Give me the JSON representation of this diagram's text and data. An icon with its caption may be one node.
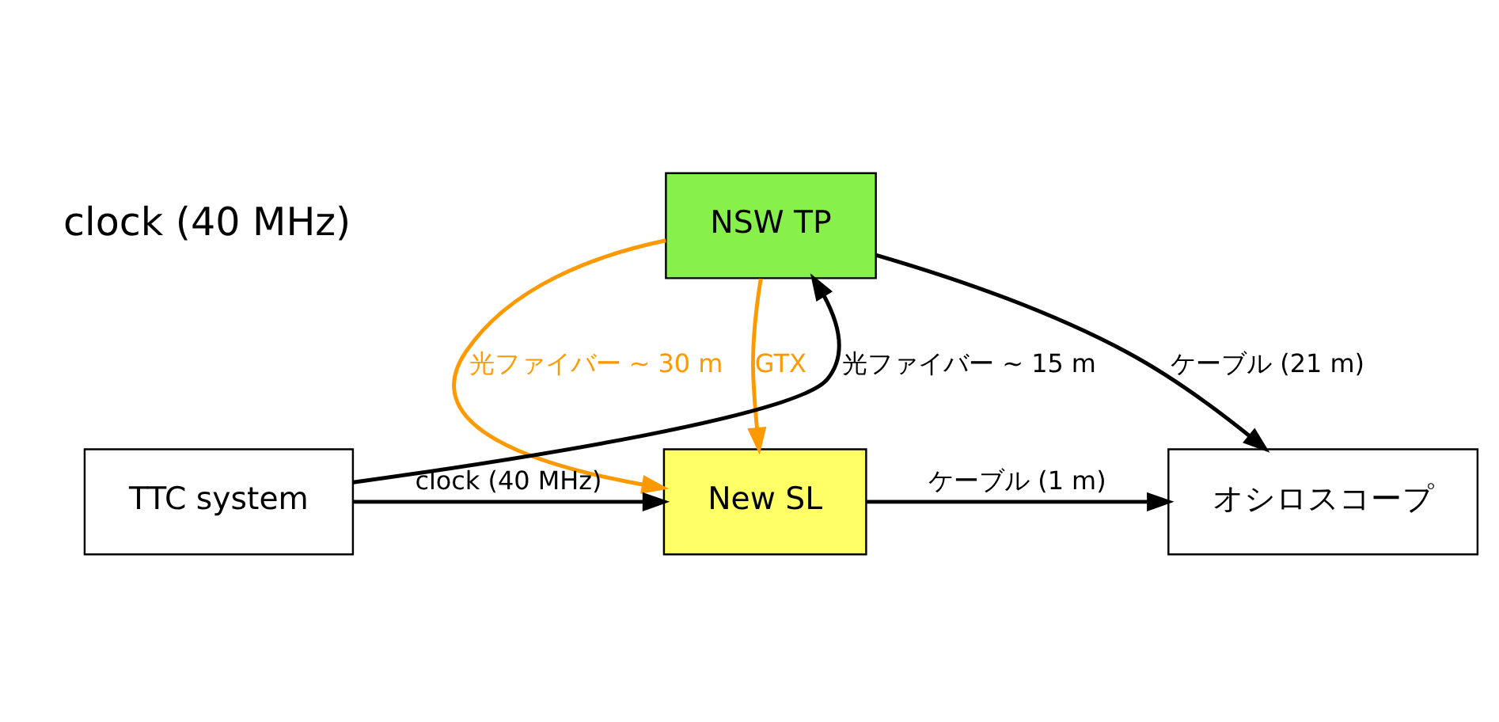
{
  "diagram": {
    "nodes": [
      {
        "text": [
          "NSW TP"
        ]
      },
      {
        "text": [
          "TTC system"
        ]
      },
      {
        "text": [
          "New SL"
        ]
      },
      {
        "text": [
          "オシロスコープ"
        ]
      }
    ],
    "edges": [
      {
        "from": 1,
        "to": 0,
        "arrow": "to",
        "label": "光ファイバー ~ 15 m"
      },
      {
        "from": 1,
        "to": 2,
        "arrow": "to",
        "label": "clock (40 MHz)"
      },
      {
        "from": 0,
        "to": 2,
        "arrow": "to",
        "color": "#ff9900",
        "label": "GTX"
      },
      {
        "from": 0,
        "to": 2,
        "arrow": "to",
        "color": "#ff9900",
        "label": "光ファイバー ~ 30 m"
      },
      {
        "from": 0,
        "to": 3,
        "arrow": "to",
        "label": "ケーブル (21 m)"
      },
      {
        "from": 2,
        "to": 3,
        "arrow": "to",
        "label": "ケーブル (1 m)"
      }
    ],
    "labels": [
      "clock (40 MHz)"
    ]
  }
}
